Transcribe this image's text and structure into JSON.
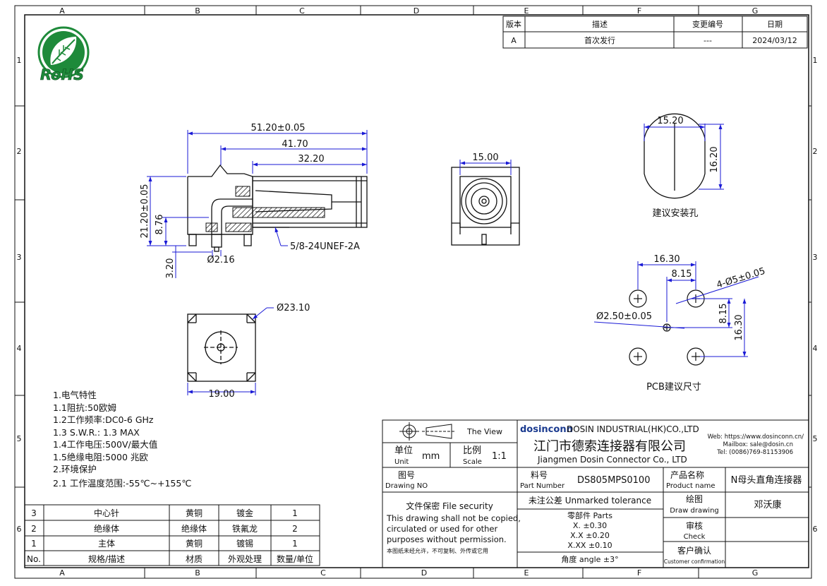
{
  "frame": {
    "cols": [
      "A",
      "B",
      "C",
      "D",
      "E",
      "F",
      "G"
    ],
    "rows": [
      "1",
      "2",
      "3",
      "4",
      "5",
      "6"
    ]
  },
  "revision": {
    "headers": {
      "ver": "版本",
      "desc": "描述",
      "change": "变更编号",
      "date": "日期"
    },
    "row": {
      "ver": "A",
      "desc": "首次发行",
      "change": "---",
      "date": "2024/03/12"
    }
  },
  "logo": {
    "text": "RoHS"
  },
  "side_view": {
    "dim_total": "51.20±0.05",
    "dim_mid": "41.70",
    "dim_short": "32.20",
    "dim_height": "21.20±0.05",
    "dim_pin_h": "8.76",
    "dim_leg": "3.20",
    "dim_pin_d": "Ø2.16",
    "thread": "5/8-24UNEF-2A"
  },
  "front_view": {
    "dim_width": "15.00"
  },
  "bottom_view": {
    "dim_dia": "Ø23.10",
    "dim_width": "19.00"
  },
  "mount_hole": {
    "dim_w": "15.20",
    "dim_h": "16.20",
    "caption": "建议安装孔"
  },
  "pcb": {
    "dim_w": "16.30",
    "dim_half_w": "8.15",
    "holes": "4-Ø5±0.05",
    "center": "Ø2.50±0.05",
    "dim_half_h": "8.15",
    "dim_h": "16.30",
    "caption": "PCB建议尺寸"
  },
  "notes": [
    "1.电气特性",
    "1.1阻抗:50欧姆",
    "1.2工作频率:DC0-6 GHz",
    "1.3 S.W.R.: 1.3 MAX",
    "1.4工作电压:500V/最大值",
    "1.5绝缘电阻:5000 兆欧",
    "2.环境保护",
    "2.1 工作温度范围:-55℃~+155℃"
  ],
  "bom": {
    "header": [
      "No.",
      "规格/描述",
      "材质",
      "外观处理",
      "数量/单位"
    ],
    "rows": [
      [
        "3",
        "中心针",
        "黄铜",
        "镀金",
        "1"
      ],
      [
        "2",
        "绝缘体",
        "绝缘体",
        "铁氟龙",
        "2"
      ],
      [
        "1",
        "主体",
        "黄铜",
        "镀锡",
        "1"
      ]
    ]
  },
  "titleblock": {
    "view_label": "The View",
    "unit_cn": "单位",
    "unit_en": "Unit",
    "unit_val": "mm",
    "scale_cn": "比例",
    "scale_en": "Scale",
    "scale_val": "1:1",
    "drawing_cn": "图号",
    "drawing_en": "Drawing NO",
    "brand": "dosinconn",
    "company_en": "DOSIN INDUSTRIAL(HK)CO.,LTD",
    "company_cn": "江门市德索连接器有限公司",
    "company_en2": "Jiangmen Dosin Connector Co., LTD",
    "web": "Web: https://www.dosinconn.cn/",
    "mail": "Mailbox: sale@dosin.cn",
    "tel": "Tel: (0086)769-81153906",
    "pn_cn": "料号",
    "pn_en": "Part Number",
    "pn_val": "DS805MPS0100",
    "product_cn": "产品名称",
    "product_en": "Product name",
    "product_val": "N母头直角连接器",
    "security_title": "文件保密  File security",
    "security_1": "This drawing shall not be copied,",
    "security_2": "circulated or used for other",
    "security_3": "purposes without permission.",
    "security_4": "本图纸未经允许，不可复制、外传或它用",
    "tol_title": "未注公差 Unmarked tolerance",
    "parts_title": "零部件 Parts",
    "tol_1": "X.  ±0.30",
    "tol_2": "X.X  ±0.20",
    "tol_3": "X.XX  ±0.10",
    "angle": "角度 angle  ±3°",
    "draw_cn": "绘图",
    "draw_en": "Draw drawing",
    "draw_val": "邓沃康",
    "check_cn": "审核",
    "check_en": "Check",
    "cust_cn": "客户确认",
    "cust_en": "Customer confirmation"
  },
  "colors": {
    "dim": "#1a1ad6",
    "line": "#111111",
    "logo_green": "#1e8a3a"
  }
}
